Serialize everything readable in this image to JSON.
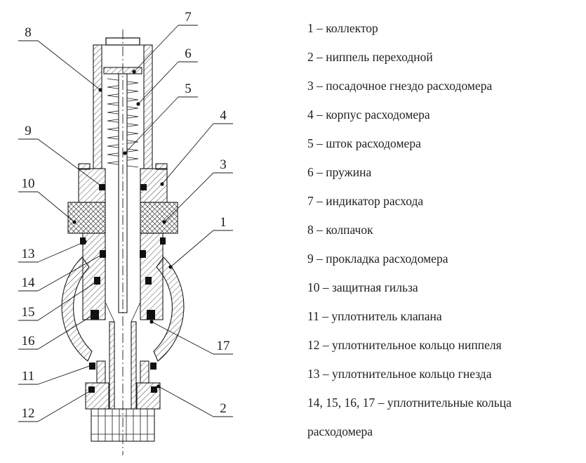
{
  "drawing": {
    "callouts": [
      "8",
      "9",
      "10",
      "13",
      "14",
      "15",
      "16",
      "11",
      "12",
      "7",
      "6",
      "5",
      "4",
      "3",
      "1",
      "17",
      "2"
    ]
  },
  "legend": {
    "items": [
      "1 – коллектор",
      "2 – ниппель переходной",
      "3 – посадочное гнездо расходомера",
      "4 – корпус расходомера",
      "5 – шток расходомера",
      "6 – пружина",
      "7 – индикатор расхода",
      "8 – колпачок",
      "9 – прокладка расходомера",
      "10 – защитная гильза",
      "11 – уплотнитель клапана",
      "12 – уплотнительное кольцо ниппеля",
      "13 – уплотнительное кольцо гнезда",
      "14, 15, 16, 17 – уплотнительные кольца расходомера"
    ]
  },
  "colors": {
    "line": "#1a1a1a",
    "text": "#1f1f1f"
  }
}
